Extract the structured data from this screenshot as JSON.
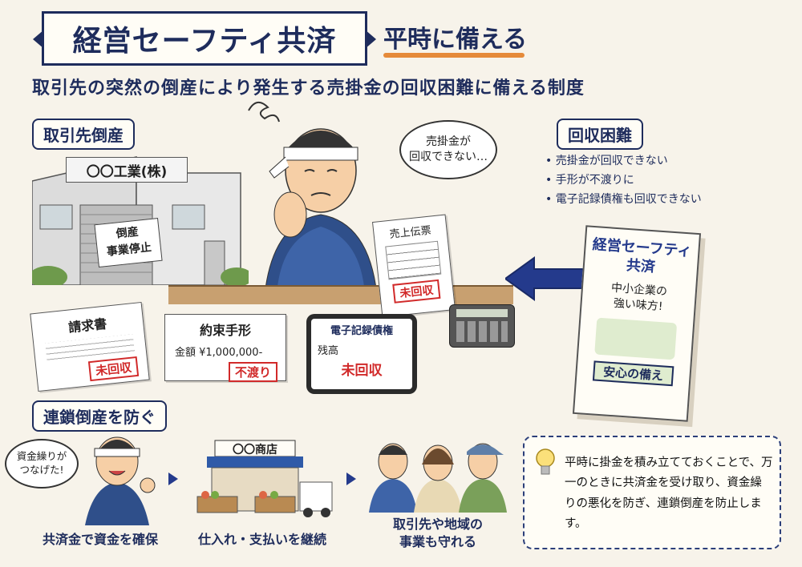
{
  "header": {
    "title": "経営セーフティ共済",
    "subtitle": "平時に備える",
    "lead": "取引先の突然の倒産により発生する売掛金の回収困難に備える制度"
  },
  "sections": {
    "bankruptcy": "取引先倒産",
    "difficulty": "回収困難",
    "prevent": "連鎖倒産を防ぐ"
  },
  "factory": {
    "name": "〇〇工業(株)",
    "sign": "倒産\n事業停止"
  },
  "thought_bubble": "売掛金が\n回収できない…",
  "sales_slip": {
    "title": "売上伝票",
    "stamp": "未回収"
  },
  "invoice": {
    "title": "請求書",
    "stamp": "未回収"
  },
  "promissory_note": {
    "title": "約束手形",
    "amount": "金額 ¥1,000,000-",
    "stamp": "不渡り"
  },
  "e_claim": {
    "title": "電子記録債権",
    "balance_label": "残高",
    "stamp": "未回収"
  },
  "difficulty_list": [
    "売掛金が回収できない",
    "手形が不渡りに",
    "電子記録債権も回収できない"
  ],
  "book": {
    "title": "経営セーフティ\n共済",
    "tagline": "中小企業の\n強い味方!",
    "footer": "安心の備え"
  },
  "flow": {
    "speech": "資金繰りが\nつなげた!",
    "step1": "共済金で資金を確保",
    "shop_name": "〇〇商店",
    "step2": "仕入れ・支払いを継続",
    "step3": "取引先や地域の\n事業も守れる"
  },
  "note": "平時に掛金を積み立てておくことで、万一のときに共済金を受け取り、資金繰りの悪化を防ぎ、連鎖倒産を防止します。",
  "colors": {
    "navy": "#1e2c5c",
    "accent_orange": "#e58a3a",
    "stamp_red": "#d12a2a",
    "arrow_blue": "#243a8c",
    "book_green": "#dfeccf"
  }
}
